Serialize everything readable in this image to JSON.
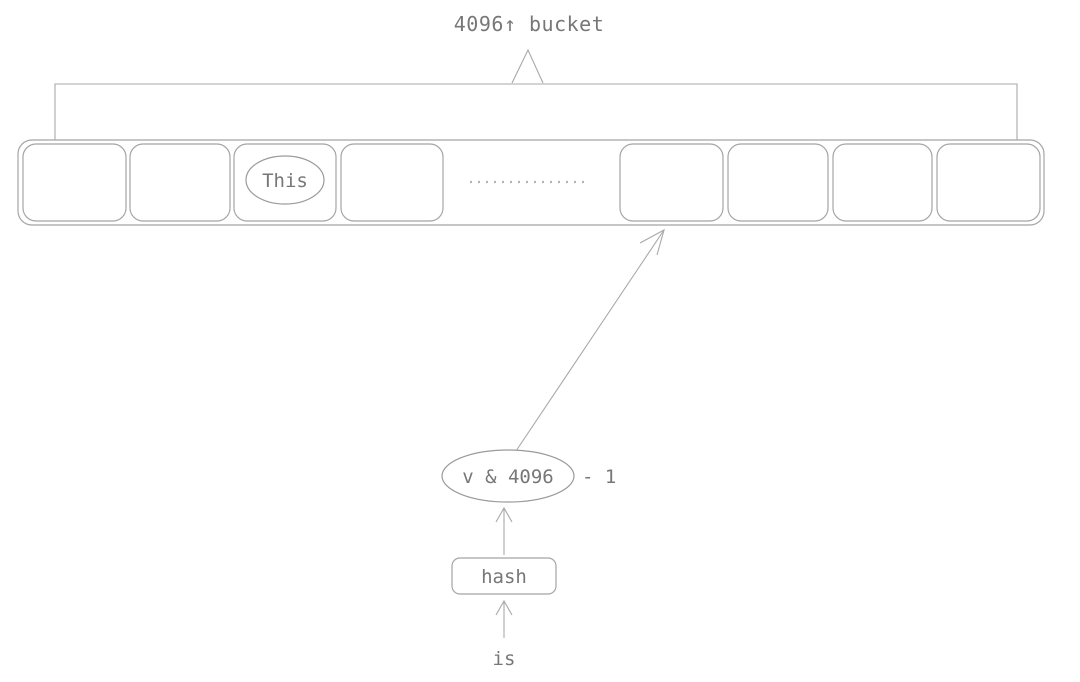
{
  "diagram": {
    "title": "4096↑ bucket",
    "bucket_array": {
      "name": "bucket-array",
      "slot_count_visible": 8,
      "ellipsis": "..............",
      "slots": [
        {
          "index": 0,
          "label": ""
        },
        {
          "index": 1,
          "label": ""
        },
        {
          "index": 2,
          "label": "This"
        },
        {
          "index": 3,
          "label": ""
        },
        {
          "index": 4,
          "label": ""
        },
        {
          "index": 5,
          "label": ""
        },
        {
          "index": 6,
          "label": ""
        },
        {
          "index": 7,
          "label": ""
        }
      ]
    },
    "nodes": {
      "index_expression": "v & 4096 - 1",
      "index_expression_inside_ellipse": "v & 4096",
      "index_expression_outside_ellipse": "- 1",
      "hash_label": "hash",
      "input_label": "is",
      "slot_value_label": "This"
    },
    "edges": [
      {
        "from": "index_expression",
        "to": "bucket-slot-5",
        "style": "arrow"
      },
      {
        "from": "hash_label",
        "to": "index_expression",
        "style": "arrow"
      },
      {
        "from": "input_label",
        "to": "hash_label",
        "style": "arrow"
      },
      {
        "from": "bucket-array",
        "to": "title",
        "style": "brace-arrow"
      }
    ],
    "colors": {
      "stroke": "#9a9a9a",
      "text": "#777777",
      "background": "#ffffff",
      "dotted": "#b4b4b4"
    }
  }
}
